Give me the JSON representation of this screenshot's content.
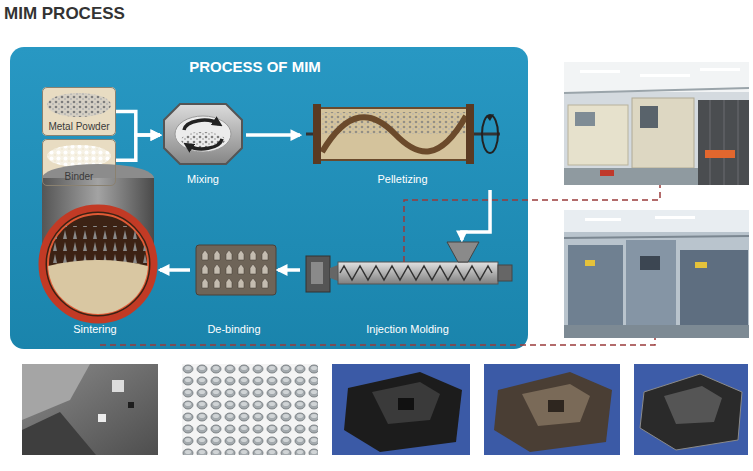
{
  "diagram": {
    "title": "MIM PROCESS",
    "nodes": [
      {
        "text": [
          "PROCESS OF MIM"
        ]
      },
      {
        "text": [
          "Metal Powder"
        ],
        "in": 0
      },
      {
        "text": [
          "Binder"
        ],
        "in": 0
      },
      {
        "text": [
          "Mixing"
        ],
        "in": 0
      },
      {
        "text": [
          "Pelletizing"
        ],
        "in": 0
      },
      {
        "text": [
          "Sintering"
        ],
        "in": 0
      },
      {
        "text": [
          "De-binding"
        ],
        "in": 0
      },
      {
        "text": [
          "Injection Molding"
        ],
        "in": 0
      }
    ],
    "edges": [
      {
        "from": 1,
        "to": 3,
        "arrow": "to"
      },
      {
        "from": 2,
        "to": 3,
        "arrow": "to"
      },
      {
        "from": 3,
        "to": 4,
        "arrow": "to"
      },
      {
        "from": 4,
        "to": 7,
        "arrow": "to"
      },
      {
        "from": 7,
        "to": 6,
        "arrow": "to"
      },
      {
        "from": 6,
        "to": 5,
        "arrow": "to"
      }
    ]
  }
}
